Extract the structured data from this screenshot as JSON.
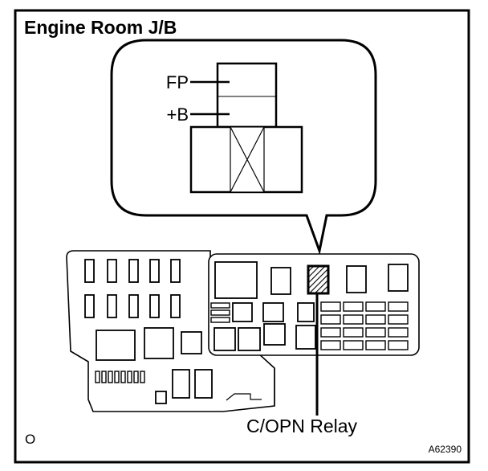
{
  "diagram": {
    "title": "Engine Room J/B",
    "relay_terminals": [
      "FP",
      "+B"
    ],
    "callout_label": "C/OPN Relay",
    "corner_mark": "O",
    "figure_code": "A62390"
  }
}
